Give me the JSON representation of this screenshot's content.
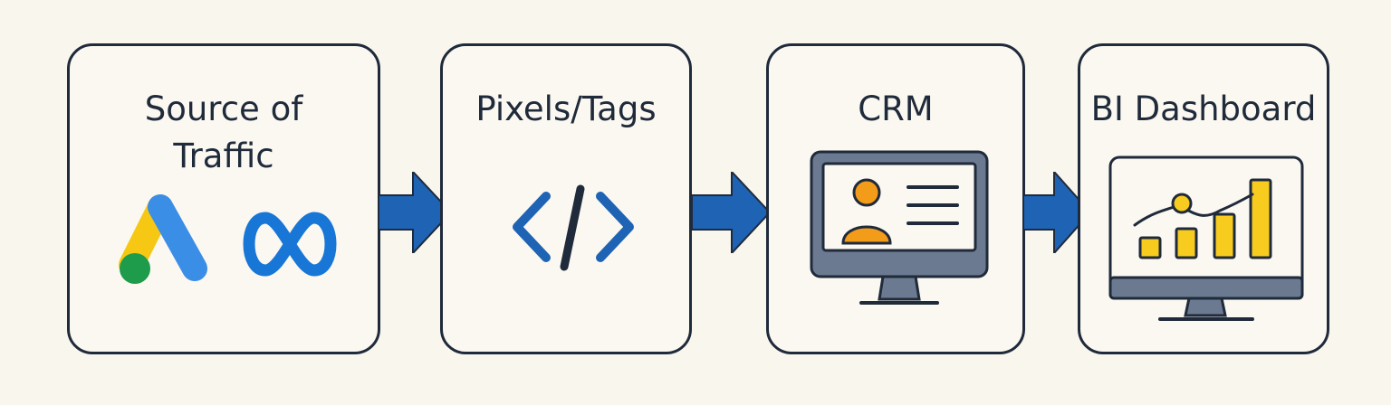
{
  "nodes": [
    {
      "id": "source",
      "title": "Source of Traffic",
      "title_lines": [
        "Source of",
        "Traffic"
      ],
      "icons": [
        "google-ads-icon",
        "meta-icon"
      ]
    },
    {
      "id": "pixels",
      "title": "Pixels/Tags",
      "icons": [
        "code-icon"
      ]
    },
    {
      "id": "crm",
      "title": "CRM",
      "icons": [
        "crm-monitor-icon"
      ]
    },
    {
      "id": "bi",
      "title": "BI Dashboard",
      "icons": [
        "dashboard-monitor-icon"
      ]
    }
  ],
  "edges": [
    {
      "from": "source",
      "to": "pixels"
    },
    {
      "from": "pixels",
      "to": "crm"
    },
    {
      "from": "crm",
      "to": "bi"
    }
  ],
  "colors": {
    "background": "#f9f6ee",
    "border": "#1f2a3a",
    "arrow": "#1f63b5",
    "google_yellow": "#f6c813",
    "google_blue": "#3b8ee6",
    "google_green": "#1e9b4b",
    "meta_blue": "#1877d6",
    "monitor_gray": "#6b7a90",
    "user_orange": "#f39c1a",
    "chart_yellow": "#f7cc1f"
  }
}
